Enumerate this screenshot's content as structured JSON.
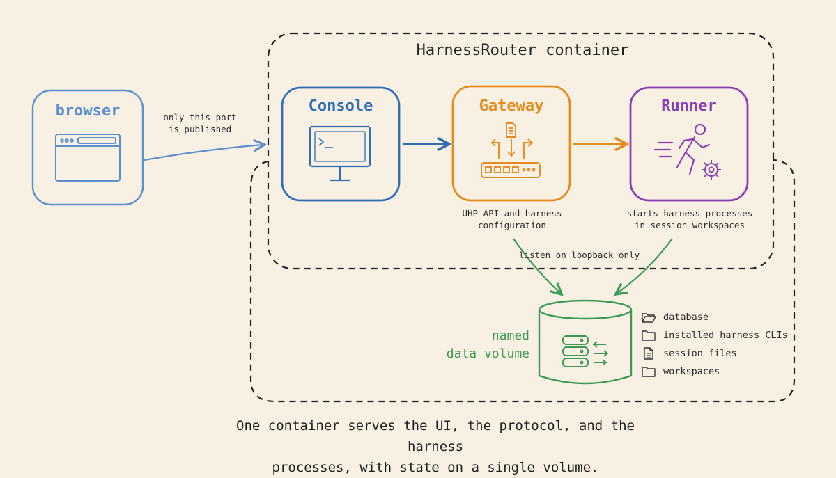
{
  "container": {
    "title": "HarnessRouter container"
  },
  "nodes": {
    "browser": {
      "label": "browser",
      "color": "#5b8fcf"
    },
    "console": {
      "label": "Console",
      "color": "#2f6db5"
    },
    "gateway": {
      "label": "Gateway",
      "color": "#e68a1e",
      "note_line1": "UHP API and harness",
      "note_line2": "configuration"
    },
    "runner": {
      "label": "Runner",
      "color": "#8a3fb5",
      "note_line1": "starts harness processes",
      "note_line2": "in session workspaces"
    },
    "volume": {
      "label_line1": "named",
      "label_line2": "data volume",
      "color": "#3a9a55"
    }
  },
  "edges": {
    "browser_console": {
      "label_line1": "only this port",
      "label_line2": "is published"
    },
    "loopback": {
      "label": "listen on loopback only"
    }
  },
  "volume_contents": [
    {
      "icon": "folder-open-icon",
      "label": "database"
    },
    {
      "icon": "folder-icon",
      "label": "installed harness CLIs"
    },
    {
      "icon": "file-icon",
      "label": "session files"
    },
    {
      "icon": "folder-icon",
      "label": "workspaces"
    }
  ],
  "caption": {
    "line1": "One container serves the UI, the protocol, and the harness",
    "line2": "processes, with state on a single volume."
  }
}
